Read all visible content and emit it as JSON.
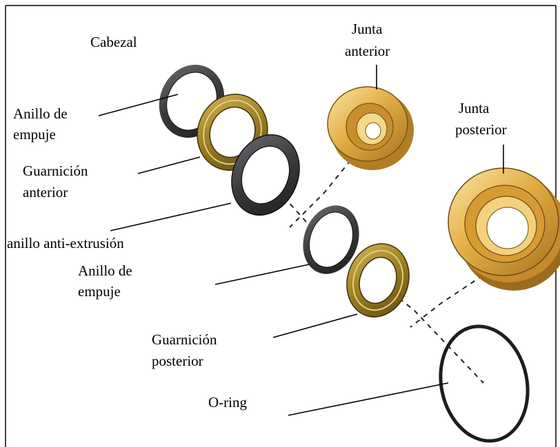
{
  "labels": {
    "cabezal": "Cabezal",
    "junta_anterior_1": "Junta",
    "junta_anterior_2": "anterior",
    "junta_posterior_1": "Junta",
    "junta_posterior_2": "posterior",
    "anillo_empuje_top_1": "Anillo de",
    "anillo_empuje_top_2": "empuje",
    "guarnicion_anterior_1": "Guarnición",
    "guarnicion_anterior_2": "anterior",
    "anillo_anti_extrusion": "anillo anti-extrusión",
    "anillo_empuje_mid_1": "Anillo de",
    "anillo_empuje_mid_2": "empuje",
    "guarnicion_posterior_1": "Guarnición",
    "guarnicion_posterior_2": "posterior",
    "o_ring": "O-ring"
  },
  "colors": {
    "rubber_dark": "#2e2e30",
    "rubber_mid": "#5a5a5e",
    "olive_gold": "#8a6f1a",
    "olive_light": "#c9a640",
    "gold": "#d9a43a",
    "gold_light": "#f3d27a"
  }
}
